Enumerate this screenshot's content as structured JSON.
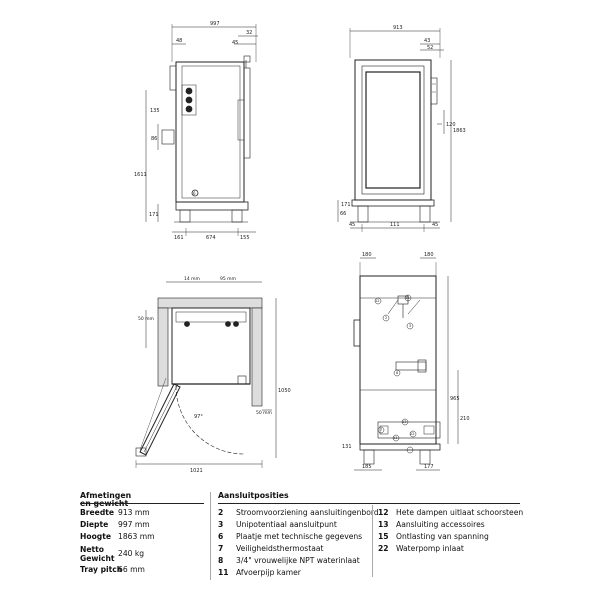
{
  "dimensions_table": {
    "title": "Afmetingen en gewicht",
    "rows": [
      {
        "label": "Breedte",
        "value": "913 mm"
      },
      {
        "label": "Diepte",
        "value": "997 mm"
      },
      {
        "label": "Hoogte",
        "value": "1863 mm"
      },
      {
        "label": "Netto Gewicht",
        "value": "240 kg"
      },
      {
        "label": "Tray pitch",
        "value": "66 mm"
      }
    ]
  },
  "connections_table": {
    "title": "Aansluitposities",
    "col1": [
      {
        "num": "2",
        "text": "Stroomvoorziening aansluitingenbord"
      },
      {
        "num": "3",
        "text": "Unipotentiaal aansluitpunt"
      },
      {
        "num": "6",
        "text": "Plaatje met technische gegevens"
      },
      {
        "num": "7",
        "text": "Veiligheidsthermostaat"
      },
      {
        "num": "8",
        "text": "3/4\" vrouwelijke NPT waterinlaat"
      },
      {
        "num": "11",
        "text": "Afvoerpijp kamer"
      }
    ],
    "col2": [
      {
        "num": "12",
        "text": "Hete dampen uitlaat schoorsteen"
      },
      {
        "num": "13",
        "text": "Aansluiting accessoires"
      },
      {
        "num": "15",
        "text": "Ontlasting van spanning"
      },
      {
        "num": "22",
        "text": "Waterpomp inlaat"
      }
    ]
  },
  "drawing_labels": {
    "side_top_width": "997",
    "side_top_right_a": "32",
    "side_top_left_a": "48",
    "side_top_right_b": "45",
    "side_left_small": "135",
    "side_left_mid": "86",
    "side_left_tall": "1611",
    "side_bottom_left": "161",
    "side_bottom_mid": "674",
    "side_bottom_right": "155",
    "side_bottom_left_h": "171",
    "front_top_width": "913",
    "front_top_right_a": "43",
    "front_top_right_b": "52",
    "front_right_small": "120",
    "front_right_tall": "1863",
    "front_left_h": "171",
    "front_left_small": "66",
    "front_bottom_left": "45",
    "front_bottom_mid": "111",
    "front_bottom_right": "45",
    "plan_top_a": "14 mm",
    "plan_top_b": "95 mm",
    "plan_left": "50 mm",
    "plan_angle": "97°",
    "plan_right_small": "50 mm",
    "plan_right_tall": "1050",
    "plan_bottom": "1021",
    "rear_top_left": "180",
    "rear_top_right": "180",
    "rear_right_a": "965",
    "rear_right_b": "210",
    "rear_bottom_left": "185",
    "rear_bottom_right": "177",
    "rear_bottom_small": "131",
    "c2": "2",
    "c3": "3",
    "c6": "6",
    "c7": "7",
    "c8": "8",
    "c11": "11",
    "c12": "12",
    "c13": "13",
    "c15": "15",
    "c22": "22"
  }
}
